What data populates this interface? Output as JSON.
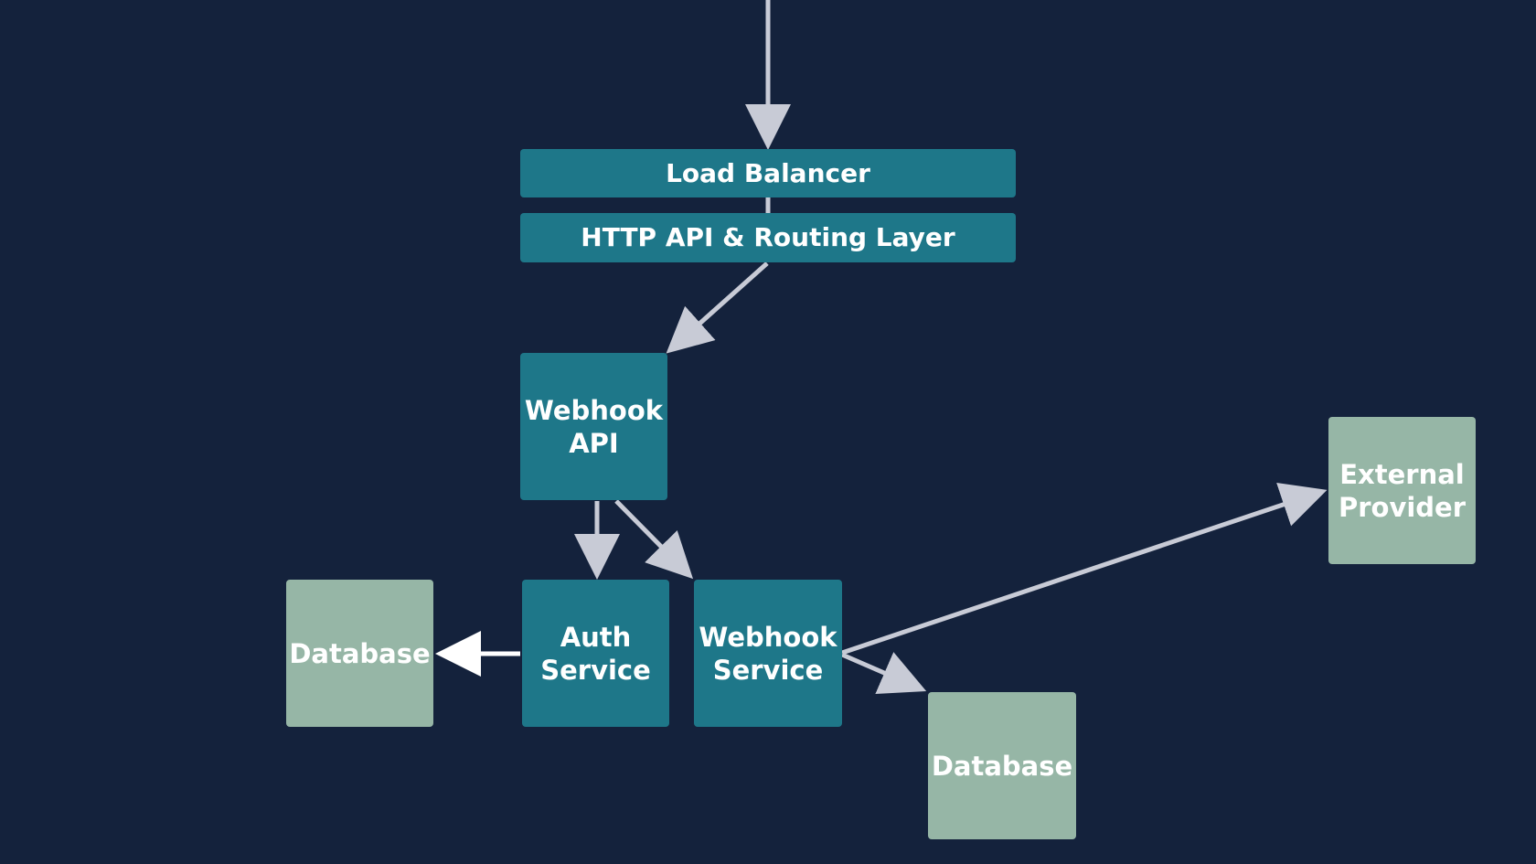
{
  "colors": {
    "background": "#14223c",
    "service": "#1e7789",
    "store": "#96b6a6",
    "arrow": "#c8cbd6",
    "text": "#ffffff"
  },
  "nodes": {
    "load_balancer": "Load Balancer",
    "http_api": "HTTP API & Routing Layer",
    "webhook_api": "Webhook\nAPI",
    "auth_service": "Auth\nService",
    "webhook_service": "Webhook\nService",
    "database_auth": "Database",
    "database_webhook": "Database",
    "external_provider": "External\nProvider"
  }
}
